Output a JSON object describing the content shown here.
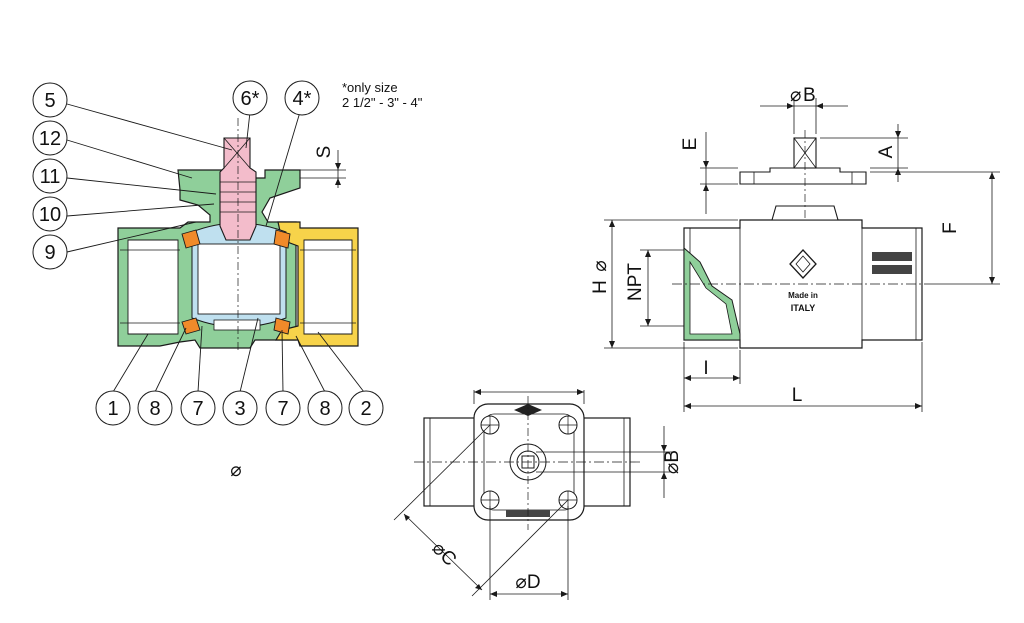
{
  "note": {
    "line1": "*only size",
    "line2": "2 1/2\"  - 3\" - 4\""
  },
  "balloons_top": [
    {
      "id": "b5",
      "label": "5"
    },
    {
      "id": "b6",
      "label": "6*"
    },
    {
      "id": "b4",
      "label": "4*"
    }
  ],
  "balloons_left": [
    {
      "id": "b12",
      "label": "12"
    },
    {
      "id": "b11",
      "label": "11"
    },
    {
      "id": "b10",
      "label": "10"
    },
    {
      "id": "b9",
      "label": "9"
    }
  ],
  "balloons_bottom": [
    {
      "id": "b1",
      "label": "1"
    },
    {
      "id": "b8a",
      "label": "8"
    },
    {
      "id": "b7a",
      "label": "7"
    },
    {
      "id": "b3",
      "label": "3"
    },
    {
      "id": "b7b",
      "label": "7"
    },
    {
      "id": "b8b",
      "label": "8"
    },
    {
      "id": "b2",
      "label": "2"
    }
  ],
  "dimensions": {
    "S": "S",
    "B_top": "B",
    "A": "A",
    "E": "E",
    "F": "F",
    "H": "H",
    "NPT": "NPT",
    "I": "I",
    "L": "L",
    "B_side": "B",
    "C": "C",
    "D": "D"
  },
  "symbols": {
    "diameter": "⌀"
  },
  "body_marking": {
    "made_in": "Made in",
    "italy": "ITALY"
  },
  "colors": {
    "body_green": "#8fcf9a",
    "insert_yellow": "#f7d34a",
    "stem_pink": "#f3bccb",
    "ball_blue": "#bfe0ef",
    "seat_orange": "#f08a2a"
  }
}
